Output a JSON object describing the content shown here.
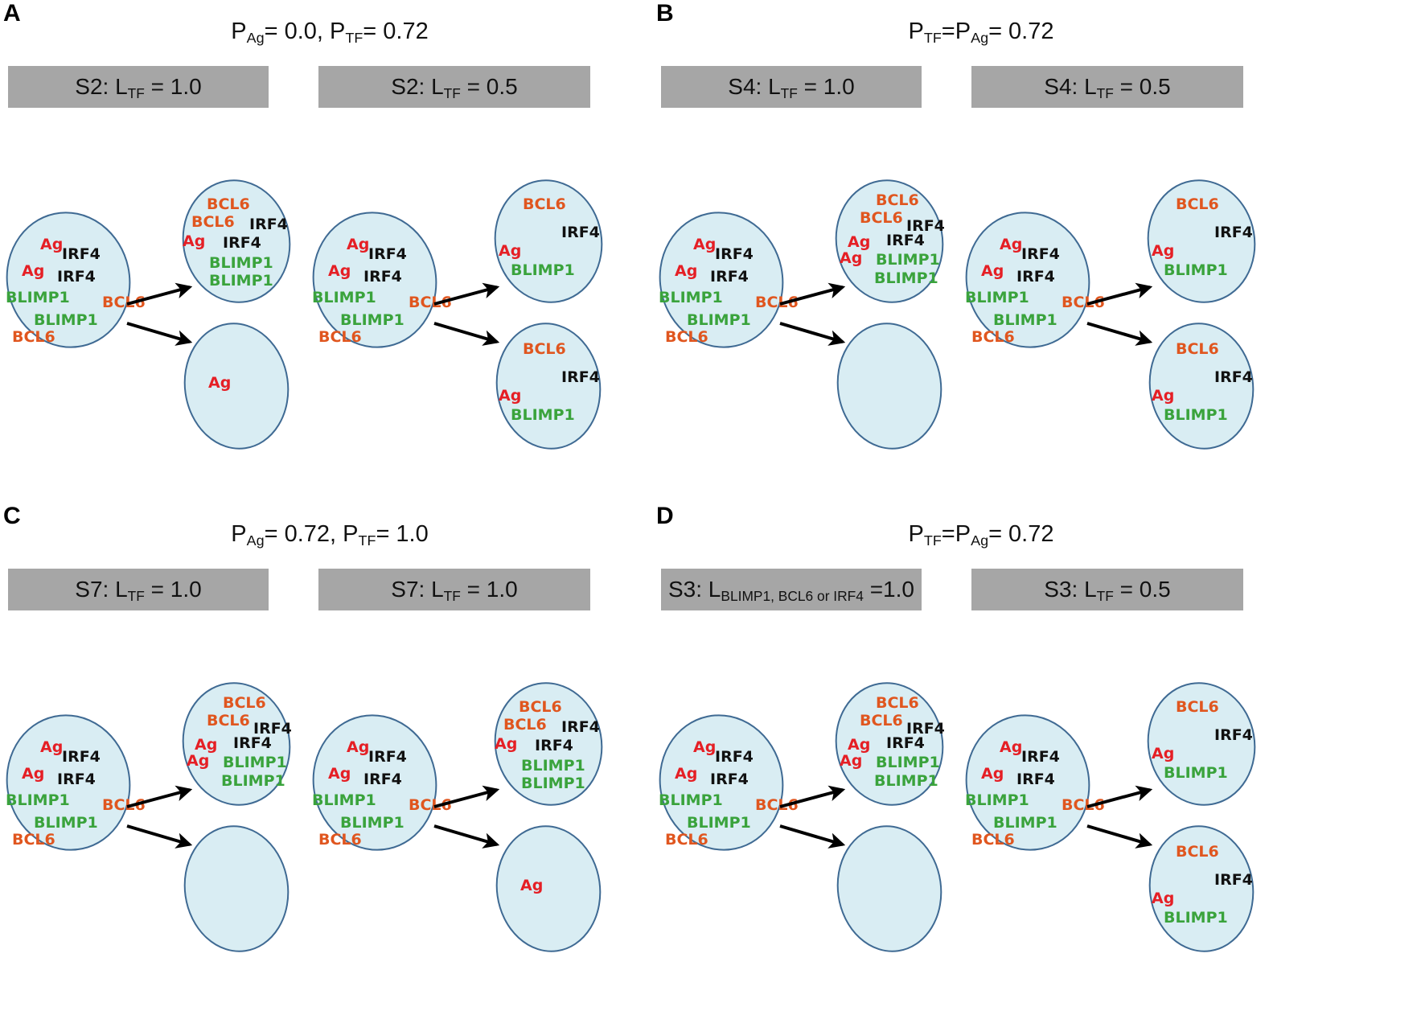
{
  "colors": {
    "banner": "#a6a6a6",
    "cell_fill": "#d9edf3",
    "cell_stroke": "#3f6a93",
    "Ag": "#e51f25",
    "IRF4": "#111111",
    "BLIMP1": "#3aa33c",
    "BCL6": "#e0561f"
  },
  "panels": [
    {
      "label": "A",
      "title": [
        [
          "P",
          ""
        ],
        [
          "Ag",
          "sub"
        ],
        [
          "= 0.0, P",
          ""
        ],
        [
          "TF",
          "sub"
        ],
        [
          "= 0.72",
          ""
        ]
      ],
      "subpanels": [
        {
          "banner": [
            [
              "S2: L",
              ""
            ],
            [
              "TF",
              "sub"
            ],
            [
              " = 1.0",
              ""
            ]
          ],
          "mother": [
            "Ag",
            "IRF4",
            "Ag",
            "IRF4",
            "BLIMP1",
            "BCL6",
            "BLIMP1",
            "BCL6"
          ],
          "daughter_top": [
            "BCL6",
            "BCL6",
            "IRF4",
            "Ag",
            "IRF4",
            "BLIMP1",
            "BLIMP1"
          ],
          "daughter_bottom": [
            "Ag"
          ]
        },
        {
          "banner": [
            [
              "S2: L",
              ""
            ],
            [
              "TF",
              "sub"
            ],
            [
              " = 0.5",
              ""
            ]
          ],
          "mother": [
            "Ag",
            "IRF4",
            "Ag",
            "IRF4",
            "BLIMP1",
            "BCL6",
            "BLIMP1",
            "BCL6"
          ],
          "daughter_top": [
            "BCL6",
            "IRF4",
            "Ag",
            "BLIMP1"
          ],
          "daughter_bottom": [
            "BCL6",
            "IRF4",
            "Ag",
            "BLIMP1"
          ]
        }
      ]
    },
    {
      "label": "B",
      "title": [
        [
          "P",
          ""
        ],
        [
          "TF",
          "sub"
        ],
        [
          "=P",
          ""
        ],
        [
          "Ag",
          "sub"
        ],
        [
          "= 0.72",
          ""
        ]
      ],
      "subpanels": [
        {
          "banner": [
            [
              "S4: L",
              ""
            ],
            [
              "TF",
              "sub"
            ],
            [
              " = 1.0",
              ""
            ]
          ],
          "mother": [
            "Ag",
            "IRF4",
            "Ag",
            "IRF4",
            "BLIMP1",
            "BCL6",
            "BLIMP1",
            "BCL6"
          ],
          "daughter_top": [
            "BCL6",
            "BCL6",
            "IRF4",
            "Ag",
            "IRF4",
            "Ag",
            "BLIMP1",
            "BLIMP1"
          ],
          "daughter_bottom": []
        },
        {
          "banner": [
            [
              "S4: L",
              ""
            ],
            [
              "TF",
              "sub"
            ],
            [
              " = 0.5",
              ""
            ]
          ],
          "mother": [
            "Ag",
            "IRF4",
            "Ag",
            "IRF4",
            "BLIMP1",
            "BCL6",
            "BLIMP1",
            "BCL6"
          ],
          "daughter_top": [
            "BCL6",
            "IRF4",
            "Ag",
            "BLIMP1"
          ],
          "daughter_bottom": [
            "BCL6",
            "IRF4",
            "Ag",
            "BLIMP1"
          ]
        }
      ]
    },
    {
      "label": "C",
      "title": [
        [
          "P",
          ""
        ],
        [
          "Ag",
          "sub"
        ],
        [
          "= 0.72, P",
          ""
        ],
        [
          "TF",
          "sub"
        ],
        [
          "= 1.0",
          ""
        ]
      ],
      "subpanels": [
        {
          "banner": [
            [
              "S7: L",
              ""
            ],
            [
              "TF",
              "sub"
            ],
            [
              " = 1.0",
              ""
            ]
          ],
          "mother": [
            "Ag",
            "IRF4",
            "Ag",
            "IRF4",
            "BLIMP1",
            "BCL6",
            "BLIMP1",
            "BCL6"
          ],
          "daughter_top": [
            "BCL6",
            "BCL6",
            "IRF4",
            "Ag",
            "IRF4",
            "Ag",
            "BLIMP1",
            "BLIMP1"
          ],
          "daughter_bottom": []
        },
        {
          "banner": [
            [
              "S7: L",
              ""
            ],
            [
              "TF",
              "sub"
            ],
            [
              " = 1.0",
              ""
            ]
          ],
          "mother": [
            "Ag",
            "IRF4",
            "Ag",
            "IRF4",
            "BLIMP1",
            "BCL6",
            "BLIMP1",
            "BCL6"
          ],
          "daughter_top": [
            "BCL6",
            "BCL6",
            "IRF4",
            "Ag",
            "IRF4",
            "BLIMP1",
            "BLIMP1"
          ],
          "daughter_bottom": [
            "Ag"
          ]
        }
      ]
    },
    {
      "label": "D",
      "title": [
        [
          "P",
          ""
        ],
        [
          "TF",
          "sub"
        ],
        [
          "=P",
          ""
        ],
        [
          "Ag",
          "sub"
        ],
        [
          "= 0.72",
          ""
        ]
      ],
      "subpanels": [
        {
          "banner": [
            [
              "S3: L",
              ""
            ],
            [
              "BLIMP1, BCL6 or IRF4",
              "sub"
            ],
            [
              " =1.0",
              ""
            ]
          ],
          "mother": [
            "Ag",
            "IRF4",
            "Ag",
            "IRF4",
            "BLIMP1",
            "BCL6",
            "BLIMP1",
            "BCL6"
          ],
          "daughter_top": [
            "BCL6",
            "BCL6",
            "IRF4",
            "Ag",
            "IRF4",
            "Ag",
            "BLIMP1",
            "BLIMP1"
          ],
          "daughter_bottom": []
        },
        {
          "banner": [
            [
              "S3: L",
              ""
            ],
            [
              "TF",
              "sub"
            ],
            [
              " = 0.5",
              ""
            ]
          ],
          "mother": [
            "Ag",
            "IRF4",
            "Ag",
            "IRF4",
            "BLIMP1",
            "BCL6",
            "BLIMP1",
            "BCL6"
          ],
          "daughter_top": [
            "BCL6",
            "IRF4",
            "Ag",
            "BLIMP1"
          ],
          "daughter_bottom": [
            "BCL6",
            "IRF4",
            "Ag",
            "BLIMP1"
          ]
        }
      ]
    }
  ]
}
